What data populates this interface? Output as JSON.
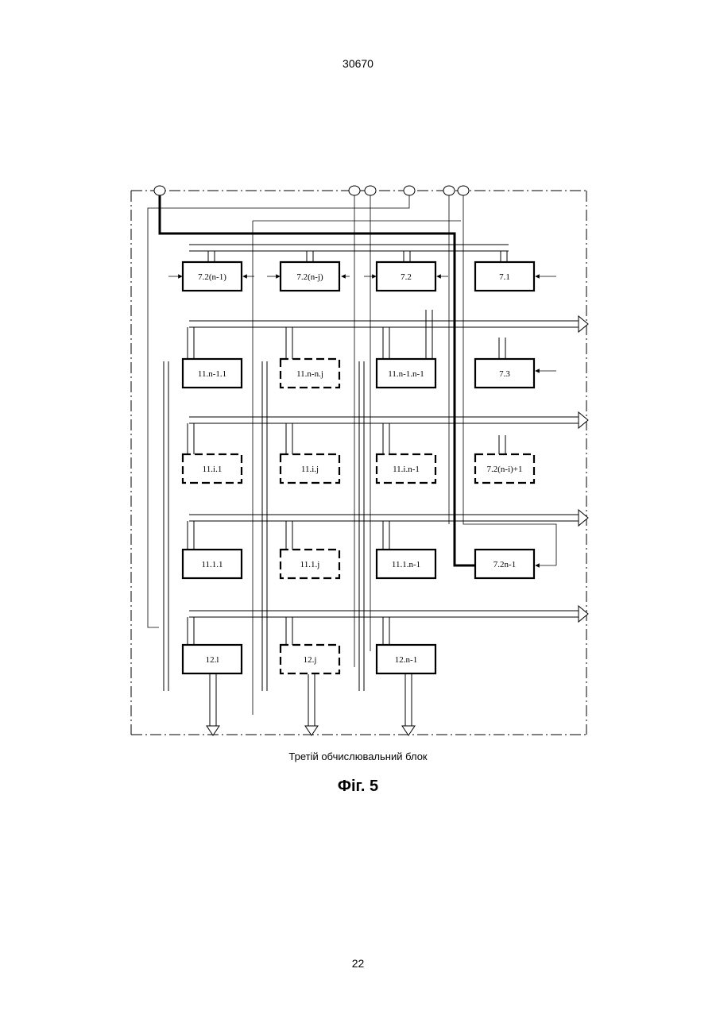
{
  "header": {
    "doc_number": "30670"
  },
  "diagram": {
    "blocks": [
      {
        "id": "7.2(n-1)",
        "label": "7.2(n-1)",
        "style": "solid"
      },
      {
        "id": "7.2(n-j)",
        "label": "7.2(n-j)",
        "style": "solid"
      },
      {
        "id": "7.2",
        "label": "7.2",
        "style": "solid"
      },
      {
        "id": "7.1",
        "label": "7.1",
        "style": "solid"
      },
      {
        "id": "11.n-1.1",
        "label": "11.n-1.1",
        "style": "solid"
      },
      {
        "id": "11.n-n.j",
        "label": "11.n-n.j",
        "style": "dashed"
      },
      {
        "id": "11.n-1.n-1",
        "label": "11.n-1.n-1",
        "style": "solid"
      },
      {
        "id": "7.3",
        "label": "7.3",
        "style": "solid"
      },
      {
        "id": "11.i.1",
        "label": "11.i.1",
        "style": "dashed"
      },
      {
        "id": "11.i.j",
        "label": "11.i.j",
        "style": "dashed"
      },
      {
        "id": "11.i.n-1",
        "label": "11.i.n-1",
        "style": "dashed"
      },
      {
        "id": "7.2(n-i)+1",
        "label": "7.2(n-i)+1",
        "style": "dashed"
      },
      {
        "id": "11.1.1",
        "label": "11.1.1",
        "style": "solid"
      },
      {
        "id": "11.1.j",
        "label": "11.1.j",
        "style": "dashed"
      },
      {
        "id": "11.1.n-1",
        "label": "11.1.n-1",
        "style": "solid"
      },
      {
        "id": "7.2n-1",
        "label": "7.2n-1",
        "style": "solid"
      },
      {
        "id": "12.1",
        "label": "12.l",
        "style": "solid"
      },
      {
        "id": "12.j",
        "label": "12.j",
        "style": "dashed"
      },
      {
        "id": "12.n-1",
        "label": "12.n-1",
        "style": "solid"
      }
    ]
  },
  "caption": "Третій обчислювальний блок",
  "figure_label": "Фіг. 5",
  "footer": {
    "page_number": "22"
  }
}
